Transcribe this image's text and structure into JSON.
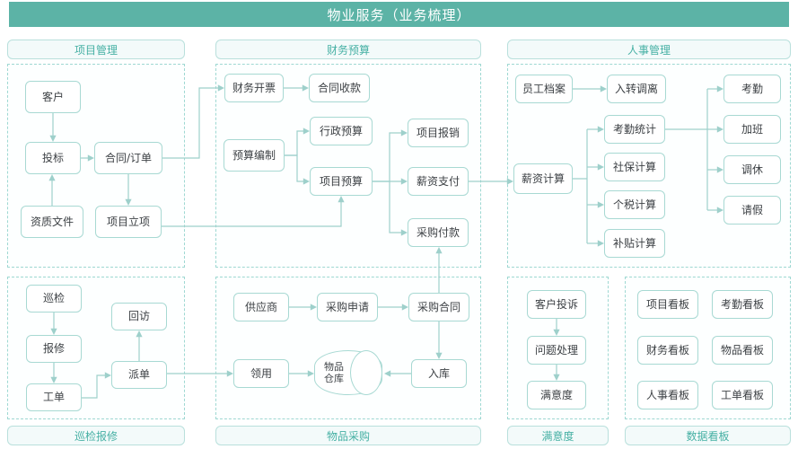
{
  "title": "物业服务（业务梳理）",
  "accent": "#5cb3a6",
  "node_border": "#a8d9d3",
  "wire_color": "#9ed0cb",
  "groups": [
    {
      "id": "project-management",
      "label": "项目管理",
      "label_position": "top",
      "nodes": [
        {
          "id": "khu",
          "label": "客户"
        },
        {
          "id": "tb",
          "label": "投标"
        },
        {
          "id": "htdd",
          "label": "合同/订单"
        },
        {
          "id": "zzwj",
          "label": "资质文件"
        },
        {
          "id": "xmlx",
          "label": "项目立项"
        }
      ]
    },
    {
      "id": "finance-budget",
      "label": "财务预算",
      "label_position": "top",
      "nodes": [
        {
          "id": "cwkp",
          "label": "财务开票"
        },
        {
          "id": "htsk",
          "label": "合同收款"
        },
        {
          "id": "ysbz",
          "label": "预算编制"
        },
        {
          "id": "xzys",
          "label": "行政预算"
        },
        {
          "id": "xmys",
          "label": "项目预算"
        },
        {
          "id": "xmbx",
          "label": "项目报销"
        },
        {
          "id": "xzzf",
          "label": "薪资支付"
        },
        {
          "id": "cgfk",
          "label": "采购付款"
        }
      ]
    },
    {
      "id": "hr-management",
      "label": "人事管理",
      "label_position": "top",
      "nodes": [
        {
          "id": "ygda",
          "label": "员工档案"
        },
        {
          "id": "rzdl",
          "label": "入转调离"
        },
        {
          "id": "xzjs",
          "label": "薪资计算"
        },
        {
          "id": "kqtj",
          "label": "考勤统计"
        },
        {
          "id": "sbjs",
          "label": "社保计算"
        },
        {
          "id": "gsjs",
          "label": "个税计算"
        },
        {
          "id": "btjs",
          "label": "补贴计算"
        },
        {
          "id": "kq",
          "label": "考勤"
        },
        {
          "id": "jb",
          "label": "加班"
        },
        {
          "id": "tx",
          "label": "调休"
        },
        {
          "id": "qj",
          "label": "请假"
        }
      ]
    },
    {
      "id": "inspection-repair",
      "label": "巡检报修",
      "label_position": "bottom",
      "nodes": [
        {
          "id": "xj",
          "label": "巡检"
        },
        {
          "id": "bx",
          "label": "报修"
        },
        {
          "id": "gd",
          "label": "工单"
        },
        {
          "id": "pd",
          "label": "派单"
        },
        {
          "id": "hf",
          "label": "回访"
        }
      ]
    },
    {
      "id": "goods-procurement",
      "label": "物品采购",
      "label_position": "bottom",
      "nodes": [
        {
          "id": "gys",
          "label": "供应商"
        },
        {
          "id": "cgsq",
          "label": "采购申请"
        },
        {
          "id": "cght",
          "label": "采购合同"
        },
        {
          "id": "ly",
          "label": "领用"
        },
        {
          "id": "wpck",
          "label": "物品\n仓库",
          "shape": "cylinder"
        },
        {
          "id": "rk",
          "label": "入库"
        }
      ]
    },
    {
      "id": "satisfaction",
      "label": "满意度",
      "label_position": "bottom",
      "nodes": [
        {
          "id": "khts",
          "label": "客户投诉"
        },
        {
          "id": "wtcl",
          "label": "问题处理"
        },
        {
          "id": "myd",
          "label": "满意度"
        }
      ]
    },
    {
      "id": "data-dashboard",
      "label": "数据看板",
      "label_position": "bottom",
      "nodes": [
        {
          "id": "xmkb",
          "label": "项目看板"
        },
        {
          "id": "kqkb",
          "label": "考勤看板"
        },
        {
          "id": "cwkb",
          "label": "财务看板"
        },
        {
          "id": "wpkb",
          "label": "物品看板"
        },
        {
          "id": "rskb",
          "label": "人事看板"
        },
        {
          "id": "gdkb",
          "label": "工单看板"
        }
      ]
    }
  ],
  "flows": [
    {
      "from": "客户",
      "to": "投标"
    },
    {
      "from": "资质文件",
      "to": "投标"
    },
    {
      "from": "投标",
      "to": "合同/订单"
    },
    {
      "from": "合同/订单",
      "to": "项目立项"
    },
    {
      "from": "合同/订单",
      "to": "财务开票"
    },
    {
      "from": "财务开票",
      "to": "合同收款"
    },
    {
      "from": "项目立项",
      "to": "项目预算"
    },
    {
      "from": "预算编制",
      "to": "行政预算"
    },
    {
      "from": "预算编制",
      "to": "项目预算"
    },
    {
      "from": "项目预算",
      "to": "项目报销"
    },
    {
      "from": "项目预算",
      "to": "薪资支付"
    },
    {
      "from": "项目预算",
      "to": "采购付款"
    },
    {
      "from": "薪资支付",
      "to": "薪资计算"
    },
    {
      "from": "员工档案",
      "to": "入转调离"
    },
    {
      "from": "薪资计算",
      "to": "考勤统计"
    },
    {
      "from": "薪资计算",
      "to": "社保计算"
    },
    {
      "from": "薪资计算",
      "to": "个税计算"
    },
    {
      "from": "薪资计算",
      "to": "补贴计算"
    },
    {
      "from": "考勤统计",
      "to": "考勤"
    },
    {
      "from": "考勤统计",
      "to": "加班"
    },
    {
      "from": "考勤统计",
      "to": "调休"
    },
    {
      "from": "考勤统计",
      "to": "请假"
    },
    {
      "from": "巡检",
      "to": "报修"
    },
    {
      "from": "报修",
      "to": "工单"
    },
    {
      "from": "工单",
      "to": "派单"
    },
    {
      "from": "派单",
      "to": "回访"
    },
    {
      "from": "派单",
      "to": "领用"
    },
    {
      "from": "供应商",
      "to": "采购申请"
    },
    {
      "from": "采购申请",
      "to": "采购合同"
    },
    {
      "from": "采购合同",
      "to": "入库"
    },
    {
      "from": "采购合同",
      "to": "采购付款"
    },
    {
      "from": "入库",
      "to": "物品仓库"
    },
    {
      "from": "领用",
      "to": "物品仓库"
    },
    {
      "from": "客户投诉",
      "to": "问题处理"
    },
    {
      "from": "问题处理",
      "to": "满意度"
    }
  ]
}
